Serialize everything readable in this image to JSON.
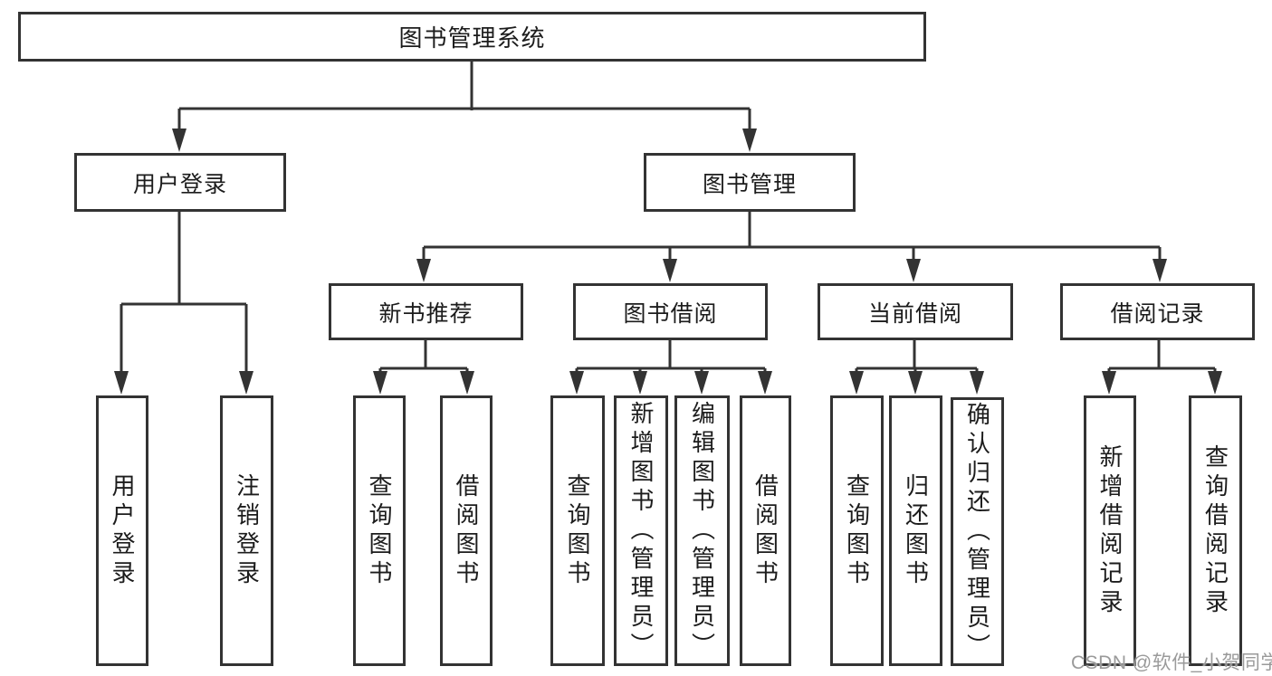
{
  "colors": {
    "background": "#ffffff",
    "box_border": "#333333",
    "box_fill": "#ffffff",
    "text": "#1c1c1c",
    "connector": "#333333",
    "watermark": "#9a9a9a"
  },
  "tree": {
    "root": {
      "label": "图书管理系统"
    },
    "branches": [
      {
        "label": "用户登录",
        "children": [
          {
            "label": "用户登录"
          },
          {
            "label": "注销登录"
          }
        ]
      },
      {
        "label": "图书管理",
        "groups": [
          {
            "label": "新书推荐",
            "children": [
              {
                "label": "查询图书"
              },
              {
                "label": "借阅图书"
              }
            ]
          },
          {
            "label": "图书借阅",
            "children": [
              {
                "label": "查询图书"
              },
              {
                "label": "新增图书（管理员）"
              },
              {
                "label": "编辑图书（管理员）"
              },
              {
                "label": "借阅图书"
              }
            ]
          },
          {
            "label": "当前借阅",
            "children": [
              {
                "label": "查询图书"
              },
              {
                "label": "归还图书"
              },
              {
                "label": "确认归还（管理员）"
              }
            ]
          },
          {
            "label": "借阅记录",
            "children": [
              {
                "label": "新增借阅记录"
              },
              {
                "label": "查询借阅记录"
              }
            ]
          }
        ]
      }
    ]
  },
  "watermark": {
    "text": "CSDN @软件_小贺同学"
  }
}
